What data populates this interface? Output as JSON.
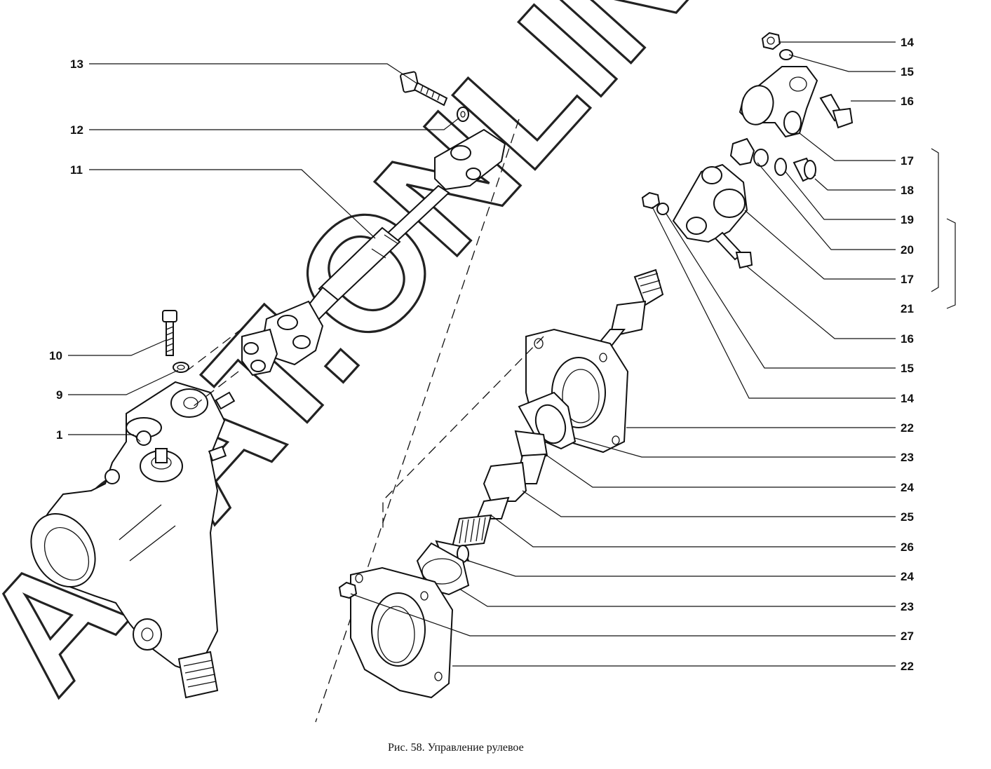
{
  "figure": {
    "caption": "Рис. 58. Управление рулевое",
    "watermark": "ACAT.ONLINE",
    "callouts": {
      "c13": "13",
      "c12": "12",
      "c11": "11",
      "c10": "10",
      "c9": "9",
      "c1": "1",
      "r14a": "14",
      "r15a": "15",
      "r16a": "16",
      "r17a": "17",
      "r18": "18",
      "r19": "19",
      "r20": "20",
      "r17b": "17",
      "r21": "21",
      "r16b": "16",
      "r15b": "15",
      "r14b": "14",
      "r22a": "22",
      "r23a": "23",
      "r24a": "24",
      "r25": "25",
      "r26": "26",
      "r24b": "24",
      "r23b": "23",
      "r27": "27",
      "r22b": "22"
    },
    "colors": {
      "ink": "#111111",
      "background": "#ffffff"
    }
  }
}
